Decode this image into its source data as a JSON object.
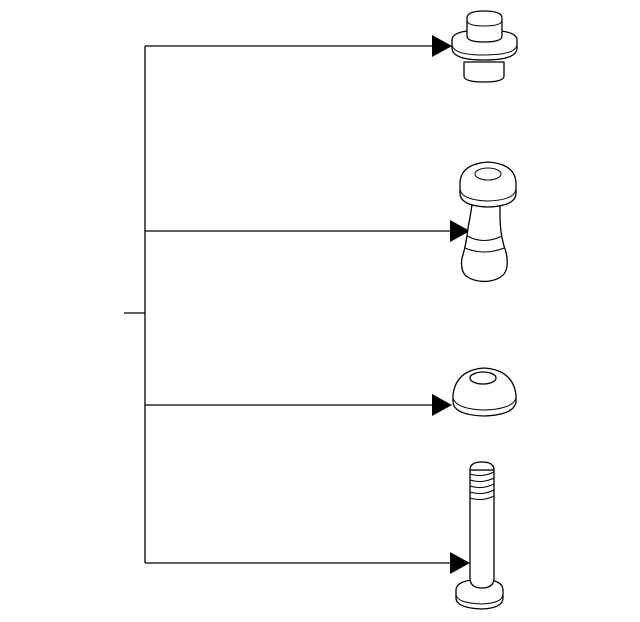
{
  "diagram": {
    "background": "#ffffff",
    "line_color": "#000000",
    "parts": [
      {
        "name": "grommet"
      },
      {
        "name": "spacer"
      },
      {
        "name": "cap"
      },
      {
        "name": "threaded-bolt"
      }
    ]
  }
}
